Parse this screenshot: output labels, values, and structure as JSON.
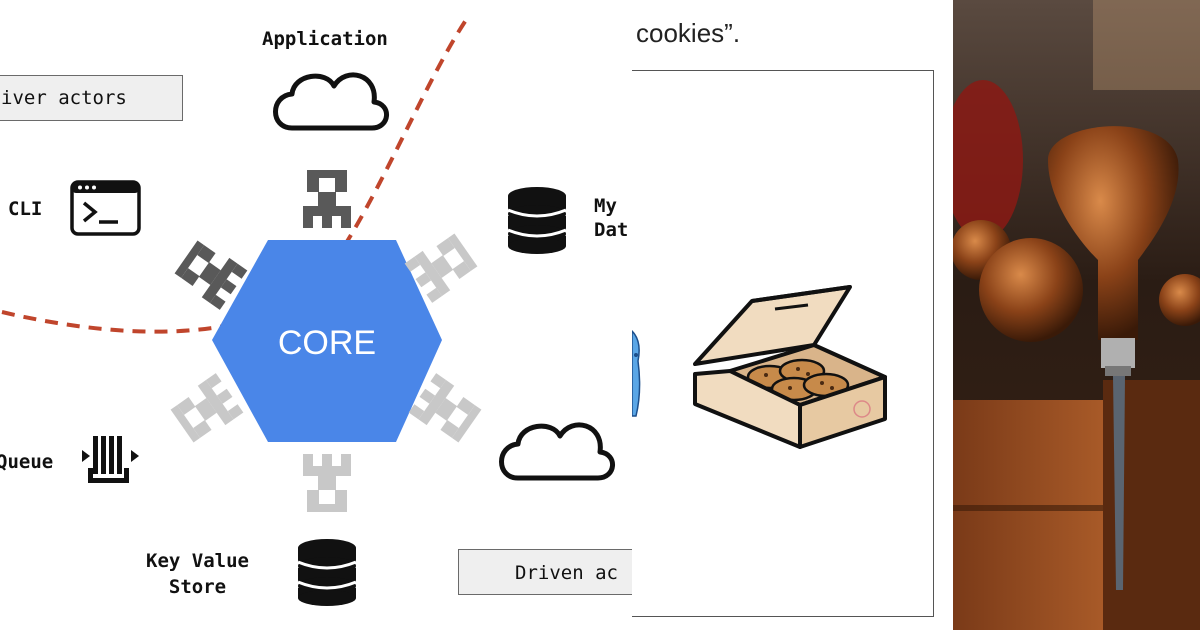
{
  "diagram": {
    "core_label": "CORE",
    "labels": {
      "application": "Application",
      "driver_actors": "iver actors",
      "cli": "CLI",
      "my_database": "My\nDat",
      "queue": "Queue",
      "key_value_store": "Key Value\nStore",
      "driven_actors": "Driven ac"
    },
    "colors": {
      "core": "#4a86e8",
      "adapter_dark": "#595959",
      "adapter_light": "#c8c8c8",
      "boundary": "#c0452c"
    },
    "icons": [
      "cloud-icon",
      "terminal-icon",
      "database-icon",
      "queue-icon"
    ]
  },
  "middle": {
    "heading": "cookies”."
  },
  "right": {
    "image": "wood-carving-tools-photo"
  }
}
